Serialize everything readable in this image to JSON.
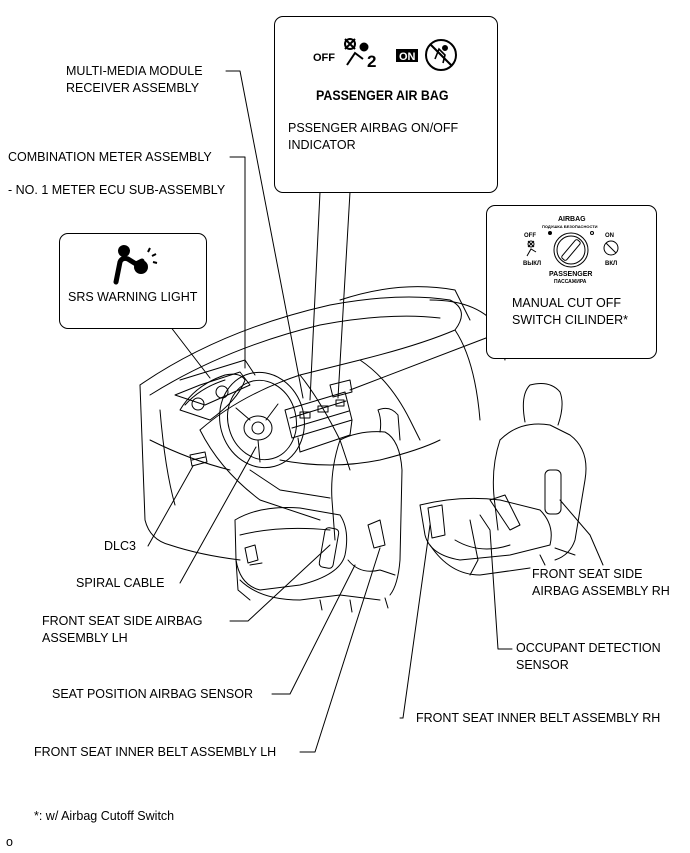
{
  "labels": {
    "multimedia": [
      "MULTI-MEDIA MODULE",
      "RECEIVER ASSEMBLY"
    ],
    "combination_meter": "COMBINATION METER ASSEMBLY",
    "meter_ecu": "- NO. 1 METER ECU SUB-ASSEMBLY",
    "dlc3": "DLC3",
    "spiral_cable": "SPIRAL CABLE",
    "front_seat_side_airbag_lh": [
      "FRONT SEAT SIDE AIRBAG",
      "ASSEMBLY LH"
    ],
    "seat_position_sensor": "SEAT POSITION AIRBAG SENSOR",
    "front_seat_inner_belt_lh": "FRONT SEAT INNER BELT ASSEMBLY LH",
    "front_seat_side_airbag_rh": [
      "FRONT SEAT SIDE",
      "AIRBAG ASSEMBLY RH"
    ],
    "occupant_detection": [
      "OCCUPANT DETECTION",
      "SENSOR"
    ],
    "front_seat_inner_belt_rh": "FRONT SEAT INNER BELT ASSEMBLY RH",
    "footnote": "*: w/ Airbag Cutoff Switch",
    "corner_mark": "o"
  },
  "callouts": {
    "passenger_indicator": {
      "off_text": "OFF",
      "badge_2": "2",
      "on_text": "ON",
      "panel_title": "PASSENGER AIR BAG",
      "label": [
        "PSSENGER AIRBAG ON/OFF",
        "INDICATOR"
      ]
    },
    "srs": {
      "label": "SRS WARNING LIGHT"
    },
    "manual_cutoff": {
      "switch_top": "AIRBAG",
      "switch_top_sub": "ПОДУШКА БЕЗОПАСНОСТИ",
      "switch_off": "OFF",
      "switch_on": "ON",
      "switch_off_ru": "ВЫКЛ",
      "switch_on_ru": "ВКЛ",
      "switch_bottom": "PASSENGER",
      "switch_bottom_sub": "ПАССАЖИРА",
      "label": [
        "MANUAL CUT OFF",
        "SWITCH CILINDER*"
      ]
    }
  }
}
